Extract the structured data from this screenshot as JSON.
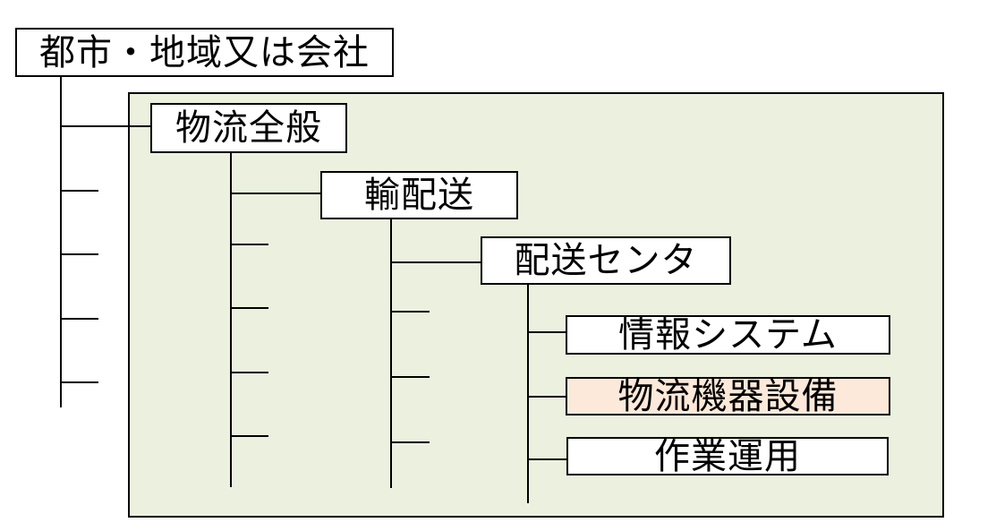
{
  "diagram": {
    "description": "logistics scope hierarchy tree",
    "colors": {
      "container_fill": "#EBF1DE",
      "highlight_fill": "#FDE9D9",
      "node_fill": "#FFFFFF",
      "line": "#000000"
    },
    "nodes": {
      "root": {
        "label": "都市・地域又は会社",
        "level": 0,
        "highlighted": false
      },
      "logistics": {
        "label": "物流全般",
        "level": 1,
        "highlighted": false
      },
      "transport": {
        "label": "輸配送",
        "level": 2,
        "highlighted": false
      },
      "center": {
        "label": "配送センタ",
        "level": 3,
        "highlighted": false
      },
      "info": {
        "label": "情報システム",
        "level": 4,
        "highlighted": false
      },
      "equipment": {
        "label": "物流機器設備",
        "level": 4,
        "highlighted": true
      },
      "operation": {
        "label": "作業運用",
        "level": 4,
        "highlighted": false
      }
    }
  }
}
